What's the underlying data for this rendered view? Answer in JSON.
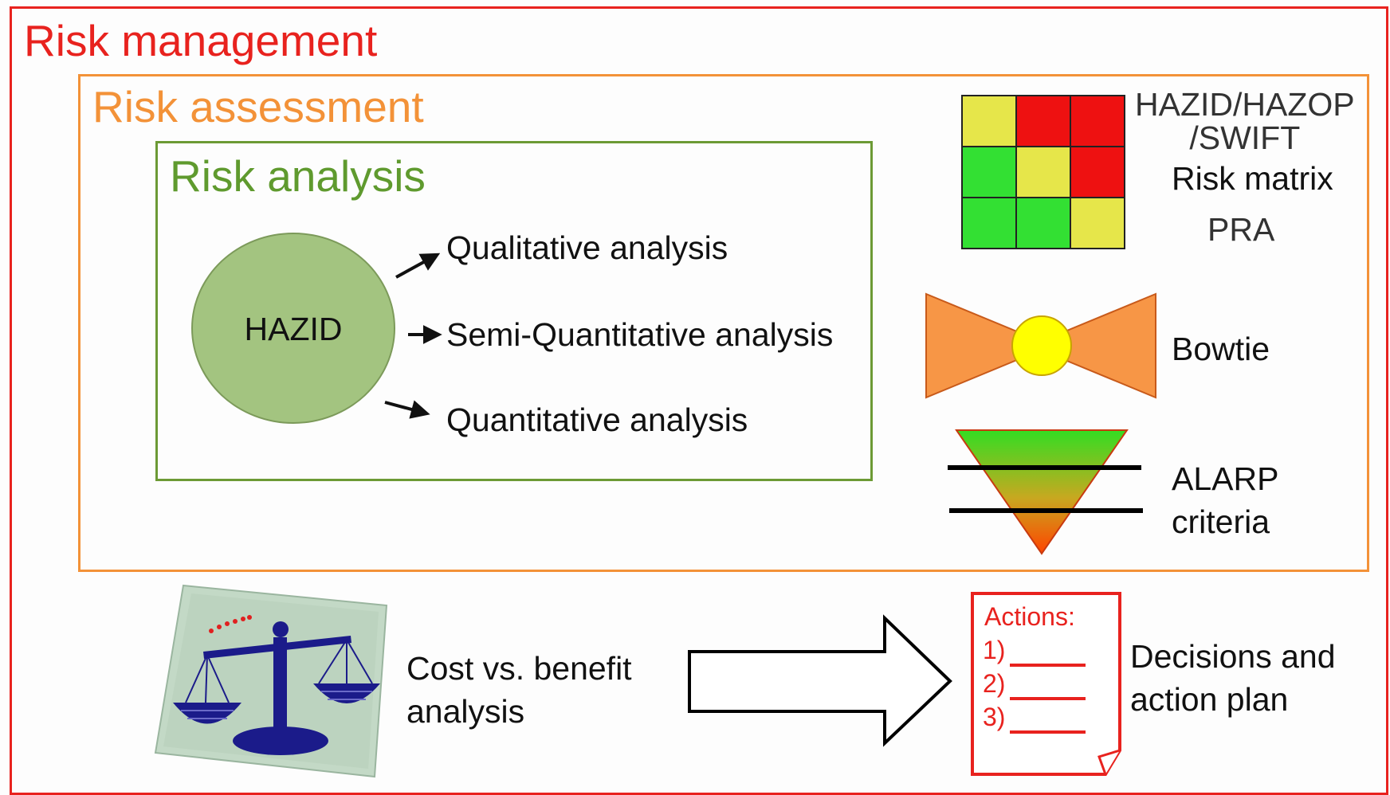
{
  "titles": {
    "risk_management": "Risk management",
    "risk_assessment": "Risk assessment",
    "risk_analysis": "Risk analysis"
  },
  "analysis": {
    "center": "HAZID",
    "outputs": [
      "Qualitative analysis",
      "Semi-Quantitative analysis",
      "Quantitative analysis"
    ]
  },
  "tools": {
    "hazid_hazop": "HAZID/HAZOP\n/SWIFT",
    "risk_matrix": "Risk matrix",
    "pra": "PRA",
    "bowtie": "Bowtie",
    "alarp": "ALARP\ncriteria"
  },
  "risk_matrix_cells": [
    [
      "yellow",
      "red",
      "red"
    ],
    [
      "green",
      "yellow",
      "red"
    ],
    [
      "green",
      "green",
      "yellow"
    ]
  ],
  "cost_benefit": "Cost vs. benefit\nanalysis",
  "actions_note": {
    "title": "Actions:",
    "items": [
      "1)",
      "2)",
      "3)"
    ]
  },
  "decisions": "Decisions and\naction plan",
  "colors": {
    "management": "#e8221e",
    "assessment": "#f39238",
    "analysis": "#6c9a35",
    "green": "#33e033",
    "yellow": "#e6e64a",
    "red": "#ee1111",
    "bowtie_orange": "#f79646",
    "bowtie_knot": "#ffff00",
    "note_red": "#e8221e",
    "scale_navy": "#1b1b8a"
  }
}
